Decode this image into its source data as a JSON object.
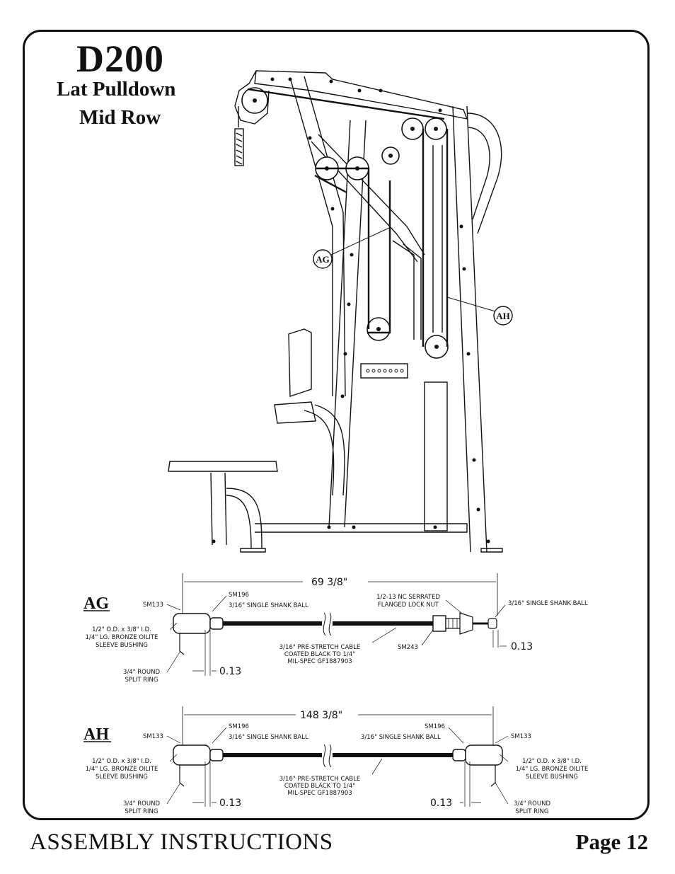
{
  "header": {
    "model": "D200",
    "subtitle_line1": "Lat Pulldown",
    "subtitle_line2": "Mid Row"
  },
  "machine": {
    "callout_ag": "AG",
    "callout_ah": "AH"
  },
  "cable_ag": {
    "label": "AG",
    "overall_length": "69 3/8\"",
    "parts": {
      "sm133": "SM133",
      "sm196": "SM196",
      "ball_left": "3/16\" SINGLE SHANK BALL",
      "lock_nut_1": "1/2-13 NC SERRATED",
      "lock_nut_2": "FLANGED LOCK NUT",
      "ball_right": "3/16\" SINGLE SHANK BALL",
      "bushing_1": "1/2\" O.D. x 3/8\" I.D.",
      "bushing_2": "1/4\" LG. BRONZE OILITE",
      "bushing_3": "SLEEVE BUSHING",
      "cable_1": "3/16\" PRE-STRETCH CABLE",
      "cable_2": "COATED BLACK TO 1/4\"",
      "cable_3": "MIL-SPEC GF1887903",
      "sm243": "SM243",
      "ring_1": "3/4\" ROUND",
      "ring_2": "SPLIT RING",
      "dim_left": "0.13",
      "dim_right": "0.13"
    }
  },
  "cable_ah": {
    "label": "AH",
    "overall_length": "148 3/8\"",
    "parts": {
      "sm133_left": "SM133",
      "sm196_left": "SM196",
      "ball_left": "3/16\" SINGLE SHANK BALL",
      "sm196_right": "SM196",
      "ball_right": "3/16\" SINGLE SHANK BALL",
      "sm133_right": "SM133",
      "bushing_l1": "1/2\" O.D. x 3/8\" I.D.",
      "bushing_l2": "1/4\" LG. BRONZE OILITE",
      "bushing_l3": "SLEEVE BUSHING",
      "bushing_r1": "1/2\" O.D. x 3/8\" I.D.",
      "bushing_r2": "1/4\" LG. BRONZE OILITE",
      "bushing_r3": "SLEEVE BUSHING",
      "cable_1": "3/16\" PRE-STRETCH CABLE",
      "cable_2": "COATED BLACK TO 1/4\"",
      "cable_3": "MIL-SPEC GF1887903",
      "ring_l1": "3/4\" ROUND",
      "ring_l2": "SPLIT RING",
      "ring_r1": "3/4\" ROUND",
      "ring_r2": "SPLIT RING",
      "dim_left": "0.13",
      "dim_right": "0.13"
    }
  },
  "footer": {
    "section": "ASSEMBLY INSTRUCTIONS",
    "page": "Page 12"
  }
}
